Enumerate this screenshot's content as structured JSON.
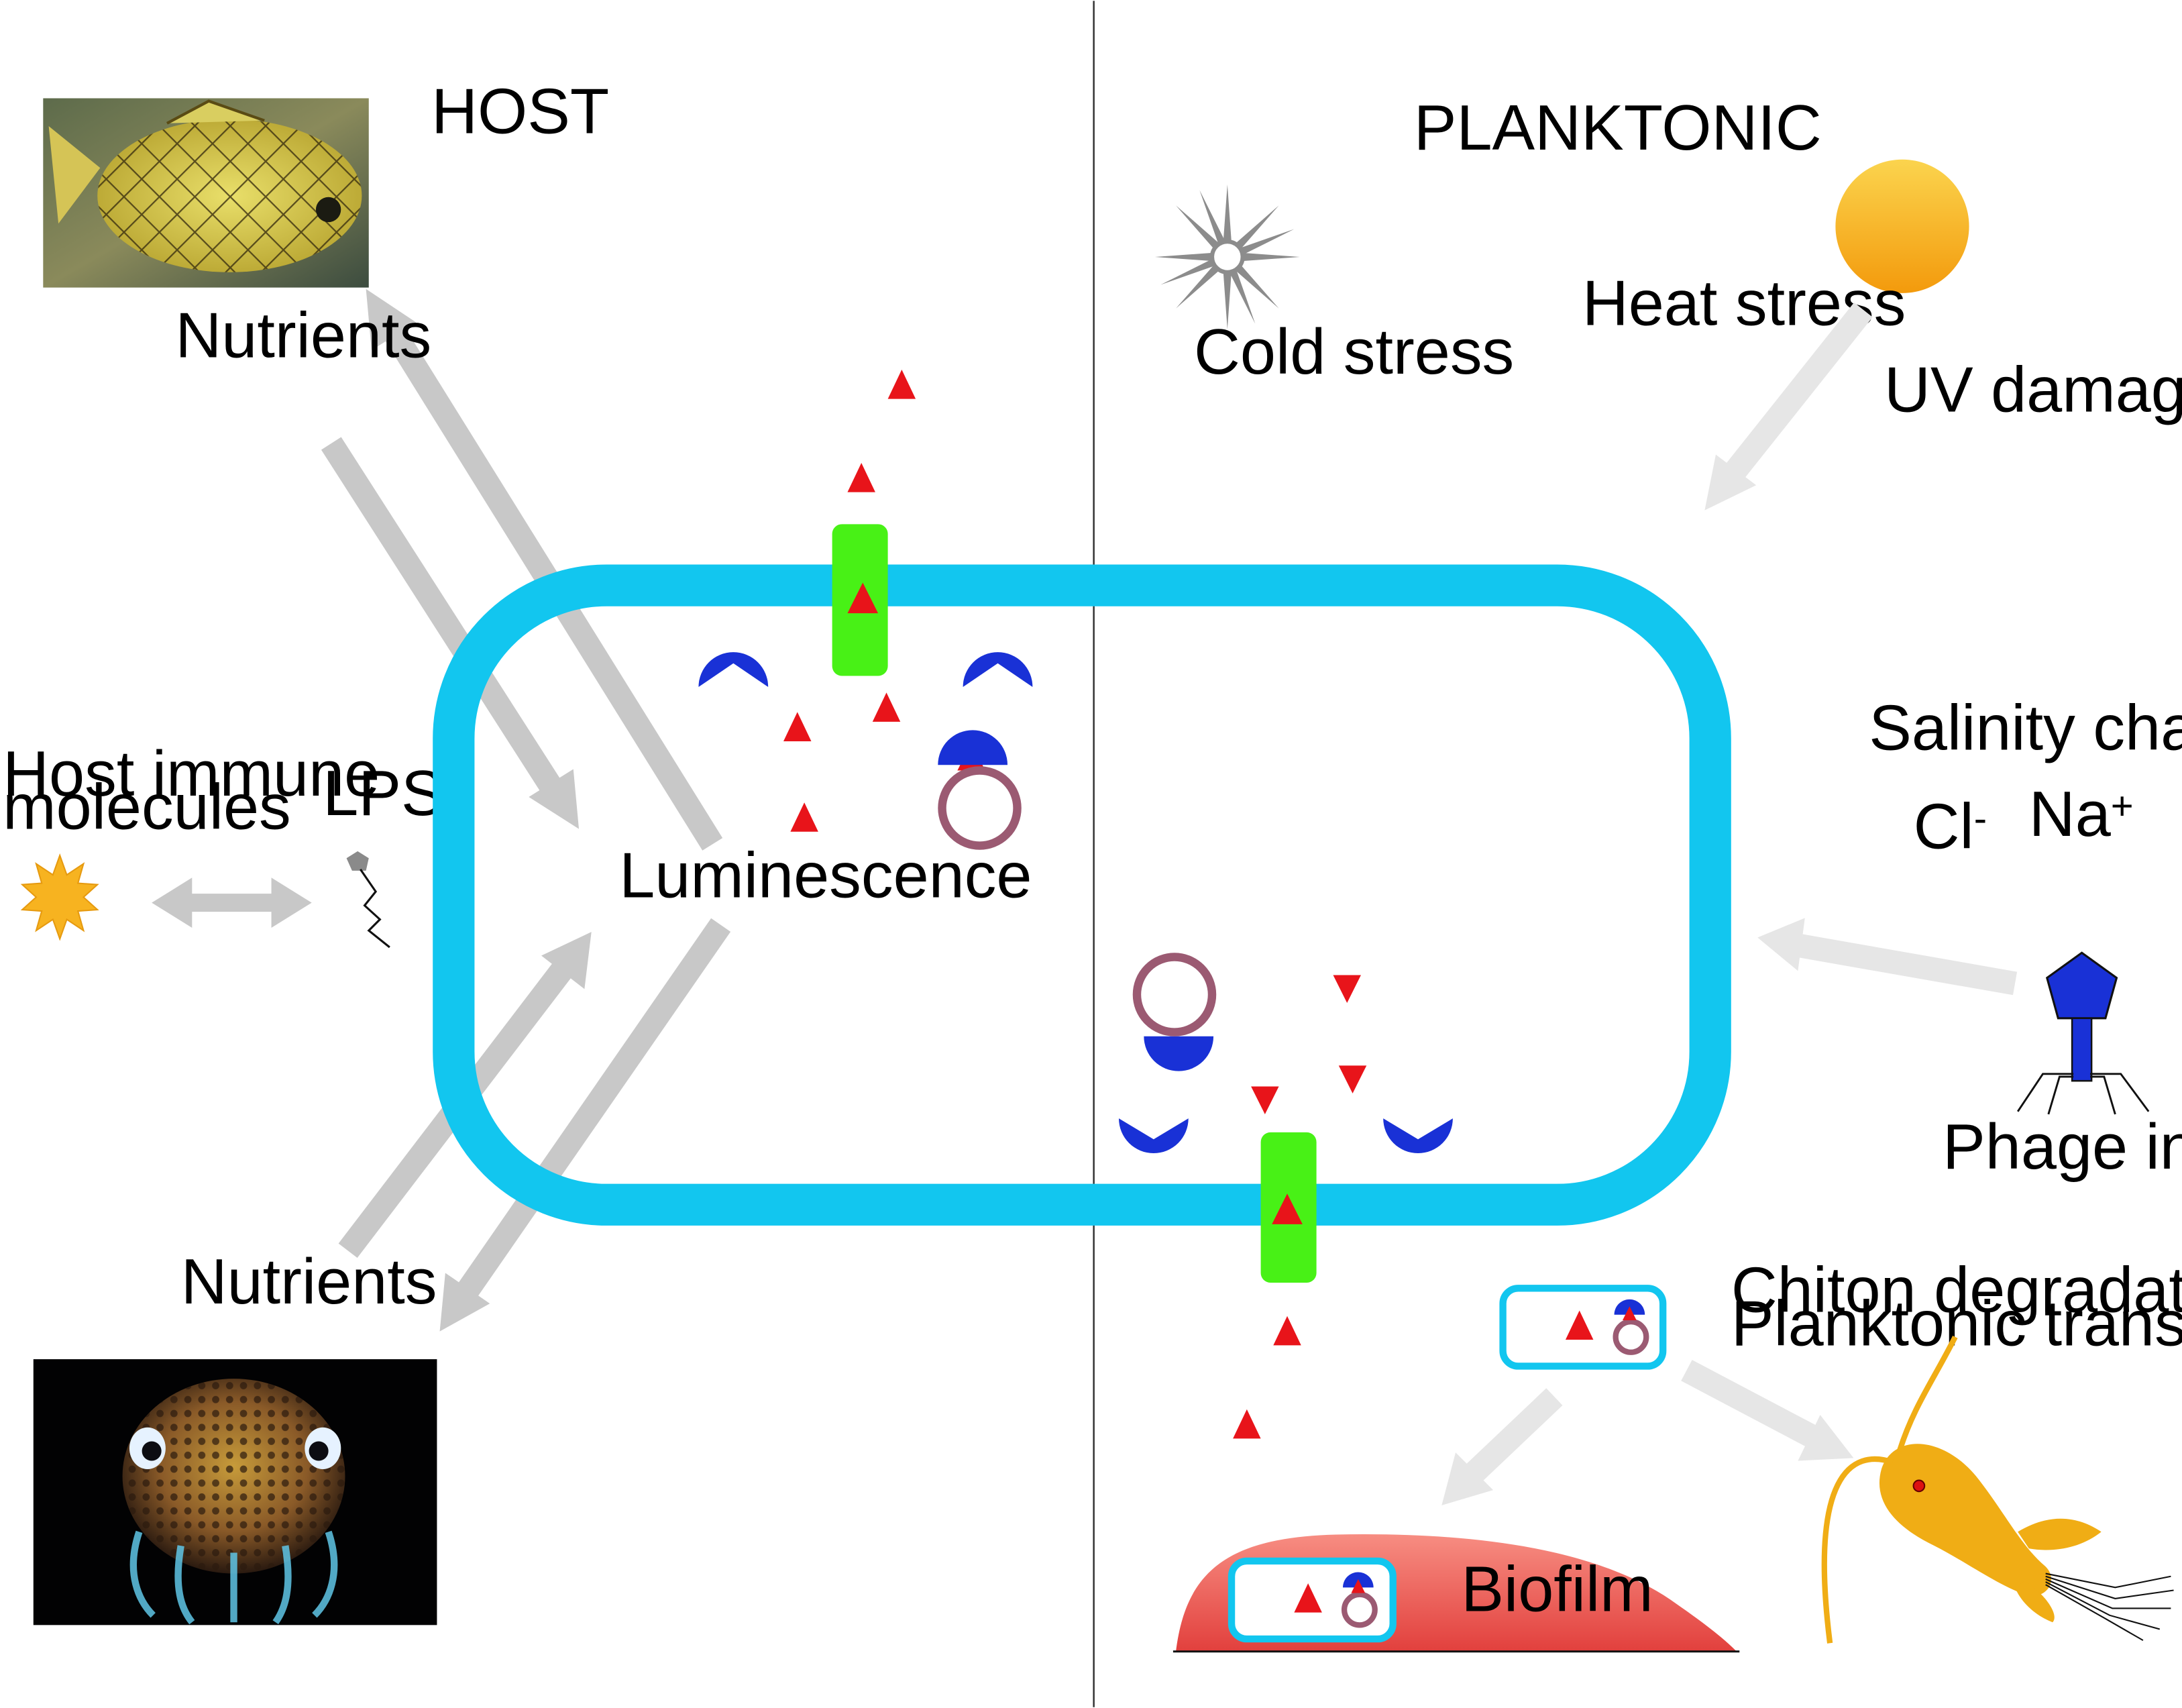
{
  "sections": {
    "host": "HOST",
    "planktonic": "PLANKTONIC"
  },
  "labels": {
    "nutrients_top": "Nutrients",
    "nutrients_bottom": "Nutrients",
    "host_immune_line1": "Host immune",
    "host_immune_line2": "molecules",
    "lps": "LPS",
    "luminescence": "Luminescence",
    "cold_stress": "Cold stress",
    "heat_stress": "Heat stress",
    "uv_damage": "UV damage",
    "salinity_challenge": "Salinity challenge",
    "chloride": "Cl",
    "chloride_charge": "-",
    "sodium": "Na",
    "sodium_charge": "+",
    "phage_infection": "Phage infection",
    "chiton_line1": "Chiton degradation/",
    "chiton_line2": "Planktonic transport",
    "biofilm": "Biofilm"
  },
  "colors": {
    "cell_wall": "#12c6ef",
    "transporter": "#48f116",
    "molecule": "#e8141a",
    "receptor": "#1931d6",
    "ring": "#9b5a72",
    "arrow_dark": "#c8c8c8",
    "arrow_light": "#e6e6e6",
    "sun": "#f6a20f",
    "copepod": "#f0ad15",
    "biofilm": "#f0625a",
    "phage": "#1931d6"
  },
  "icons": {
    "pinecone_fish": "fish-photo",
    "bobtail_squid": "squid-photo",
    "cold": "snowflake-icon",
    "heat": "sun-icon",
    "immune": "starburst-icon",
    "lps": "lps-molecule-icon",
    "phage": "bacteriophage-icon",
    "copepod": "copepod-icon"
  }
}
